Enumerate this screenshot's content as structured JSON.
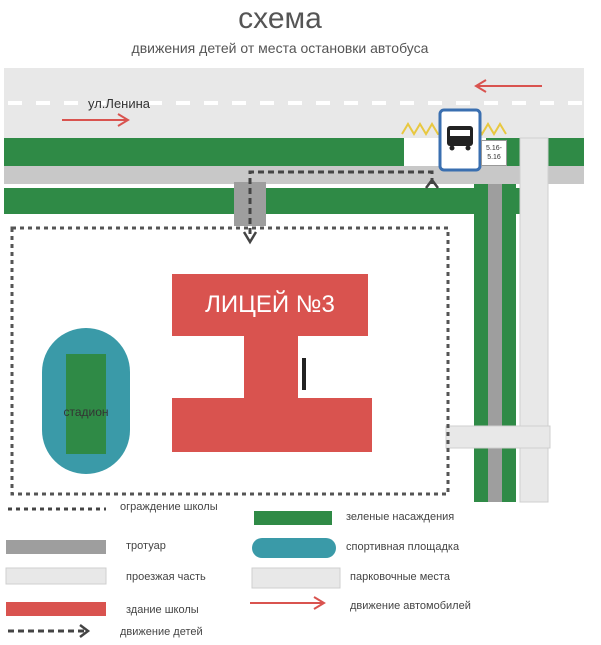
{
  "header": {
    "title": "схема",
    "subtitle": "движения детей от места остановки автобуса"
  },
  "map": {
    "street_label": "ул.Ленина",
    "school_label": "ЛИЦЕЙ №3",
    "stadium_label": "стадион",
    "bus_stop_plate": [
      "5.16-",
      "5.16"
    ],
    "icons": [
      "bus-stop-icon",
      "zigzag-marking",
      "car-direction-arrow",
      "children-route-arrow"
    ]
  },
  "legend": {
    "fence": "ограждение школы",
    "green": "зеленые насаждения",
    "sidewalk": "тротуар",
    "sports": "спортивная площадка",
    "road": "проезжая часть",
    "parking": "парковочные места",
    "school": "здание школы",
    "cars": "движение автомобилей",
    "children": "движение детей"
  },
  "colors": {
    "green": "#2f8a46",
    "road": "#e8e8e8",
    "sidewalk": "#9e9e9e",
    "school": "#d9534f",
    "sports": "#3a9aa8",
    "car_arrow": "#d9534f",
    "route": "#444444",
    "zigzag": "#e8c840"
  }
}
